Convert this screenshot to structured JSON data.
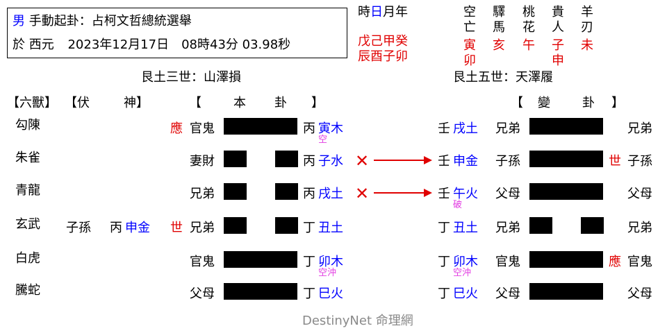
{
  "header": {
    "gender": "男",
    "method": "手動起卦：占柯文哲總統選舉",
    "date_prefix": "於 西元",
    "datetime": "2023年12月17日　08時43分 03.98秒"
  },
  "calendar": {
    "label_shi": "時",
    "label_ri": "日",
    "label_yue": "月年",
    "stems": "戊己甲癸",
    "branches": "辰酉子卯"
  },
  "shensha": {
    "headers": [
      "空",
      "驛",
      "桃",
      "貴",
      "羊"
    ],
    "headers2": [
      "亡",
      "馬",
      "花",
      "人",
      "刃"
    ],
    "values1": [
      "寅",
      "亥",
      "午",
      "子",
      "未"
    ],
    "values2": [
      "卯",
      "",
      "",
      "申",
      ""
    ]
  },
  "hexagrams": {
    "main_title": "艮土三世：山澤損",
    "changed_title": "艮土五世：天澤履"
  },
  "column_headers": {
    "beasts": "【六獸】",
    "hidden_left": "【伏",
    "hidden_right": "神】",
    "main_left": "【",
    "main_mid1": "本",
    "main_mid2": "卦",
    "main_right": "】",
    "changed_left": "【",
    "changed_mid1": "變",
    "changed_mid2": "卦",
    "changed_right": "】"
  },
  "lines": [
    {
      "beast": "勾陳",
      "fu_rel": "",
      "fu_stem": "",
      "fu_branch": "",
      "mark": "應",
      "rel": "官鬼",
      "yang": true,
      "stem": "丙",
      "branch": "寅木",
      "note": "空",
      "moving": false,
      "c_stem": "壬",
      "c_branch": "戌土",
      "c_rel": "兄弟",
      "c_yang": true,
      "c_mark": "",
      "c_right": "兄弟",
      "c_note": ""
    },
    {
      "beast": "朱雀",
      "fu_rel": "",
      "fu_stem": "",
      "fu_branch": "",
      "mark": "",
      "rel": "妻財",
      "yang": false,
      "stem": "丙",
      "branch": "子水",
      "note": "",
      "moving": true,
      "c_stem": "壬",
      "c_branch": "申金",
      "c_rel": "子孫",
      "c_yang": true,
      "c_mark": "世",
      "c_right": "子孫",
      "c_note": ""
    },
    {
      "beast": "青龍",
      "fu_rel": "",
      "fu_stem": "",
      "fu_branch": "",
      "mark": "",
      "rel": "兄弟",
      "yang": false,
      "stem": "丙",
      "branch": "戌土",
      "note": "",
      "moving": true,
      "c_stem": "壬",
      "c_branch": "午火",
      "c_rel": "父母",
      "c_yang": true,
      "c_mark": "",
      "c_right": "父母",
      "c_note": "破"
    },
    {
      "beast": "玄武",
      "fu_rel": "子孫",
      "fu_stem": "丙",
      "fu_branch": "申金",
      "mark": "世",
      "rel": "兄弟",
      "yang": false,
      "stem": "丁",
      "branch": "丑土",
      "note": "",
      "moving": false,
      "c_stem": "丁",
      "c_branch": "丑土",
      "c_rel": "兄弟",
      "c_yang": false,
      "c_mark": "",
      "c_right": "兄弟",
      "c_note": ""
    },
    {
      "beast": "白虎",
      "fu_rel": "",
      "fu_stem": "",
      "fu_branch": "",
      "mark": "",
      "rel": "官鬼",
      "yang": true,
      "stem": "丁",
      "branch": "卯木",
      "note": "空沖",
      "moving": false,
      "c_stem": "丁",
      "c_branch": "卯木",
      "c_rel": "官鬼",
      "c_yang": true,
      "c_mark": "應",
      "c_right": "官鬼",
      "c_note": "空沖"
    },
    {
      "beast": "騰蛇",
      "fu_rel": "",
      "fu_stem": "",
      "fu_branch": "",
      "mark": "",
      "rel": "父母",
      "yang": true,
      "stem": "丁",
      "branch": "巳火",
      "note": "",
      "moving": false,
      "c_stem": "丁",
      "c_branch": "巳火",
      "c_rel": "父母",
      "c_yang": true,
      "c_mark": "",
      "c_right": "父母",
      "c_note": ""
    }
  ],
  "moving_mark": "✕",
  "footer": {
    "brand": "DestinyNet",
    "brand_cn": "命理網"
  }
}
